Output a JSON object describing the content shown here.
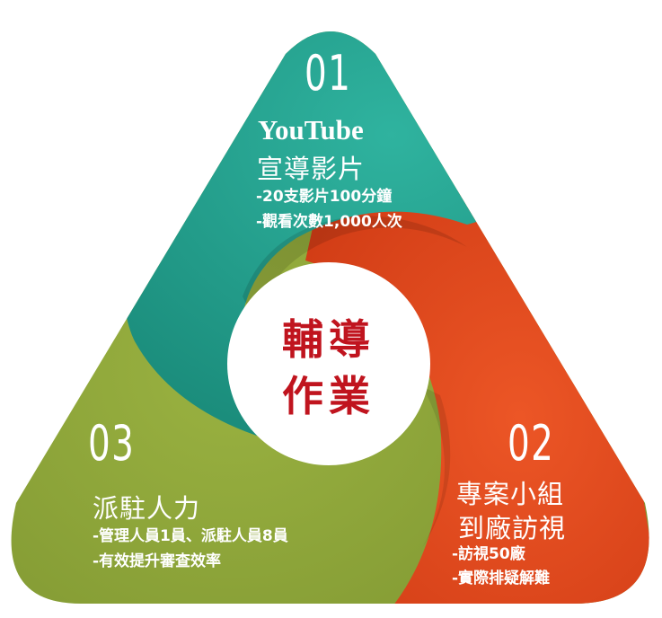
{
  "center": {
    "line1": "輔導",
    "line2": "作業"
  },
  "sections": {
    "youtube": {
      "number": "01",
      "title_line1": "YouTube",
      "title_line2": "宣導影片",
      "bullets": [
        "-20支影片100分鐘",
        "-觀看次數1,000人次"
      ],
      "color": "#239e8c"
    },
    "visit": {
      "number": "02",
      "title_line1": "專案小組",
      "title_line2": "到廠訪視",
      "bullets": [
        "-訪視50廠",
        "-實際排疑解難"
      ],
      "color": "#e2481f"
    },
    "staff": {
      "number": "03",
      "title_line1": "派駐人力",
      "bullets": [
        "-管理人員1員、派駐人員8員",
        "-有效提升審查效率"
      ],
      "color": "#8fa53a"
    }
  }
}
